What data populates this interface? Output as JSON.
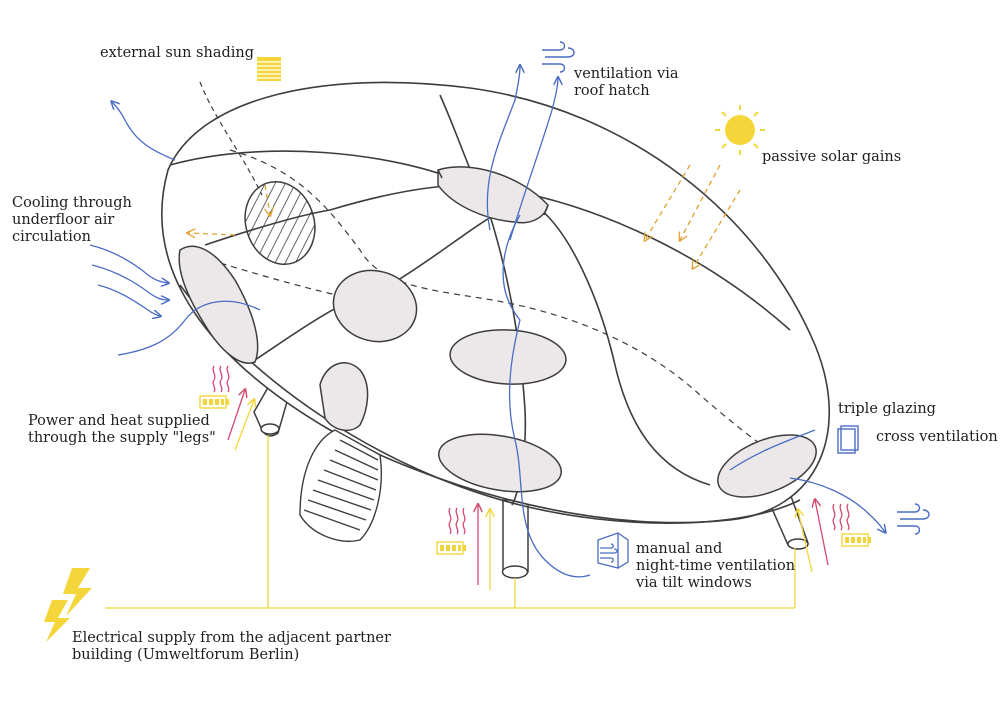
{
  "labels": {
    "sun_shading": "external sun shading",
    "roof_vent_1": "ventilation via",
    "roof_vent_2": "roof hatch",
    "solar_gains": "passive solar gains",
    "cooling_1": "Cooling through",
    "cooling_2": "underfloor air",
    "cooling_3": "circulation",
    "power_1": "Power and heat supplied",
    "power_2": "through the supply \"legs\"",
    "triple_glazing": "triple glazing",
    "cross_vent": "cross ventilation",
    "manual_1": "manual and",
    "manual_2": "night-time ventilation",
    "manual_3": "via tilt windows",
    "electrical_1": "Electrical supply from the adjacent partner",
    "electrical_2": "building (Umweltforum Berlin)"
  },
  "colors": {
    "outline": "#3d3d3d",
    "air_flow": "#4a6cc4",
    "heat": "#d24a6e",
    "supply_line": "#f2d53c",
    "sun": "#f5d63a",
    "solar_arrow": "#e0a030",
    "window_fill": "#ece8ea"
  },
  "icons": {
    "sun": "sun-icon",
    "wind": "wind-icon",
    "battery": "battery-icon",
    "lightning": "lightning-icon",
    "heat": "heat-waves-icon",
    "shading": "sun-shading-icon",
    "glazing": "triple-glazing-icon",
    "window": "tilt-window-icon"
  }
}
